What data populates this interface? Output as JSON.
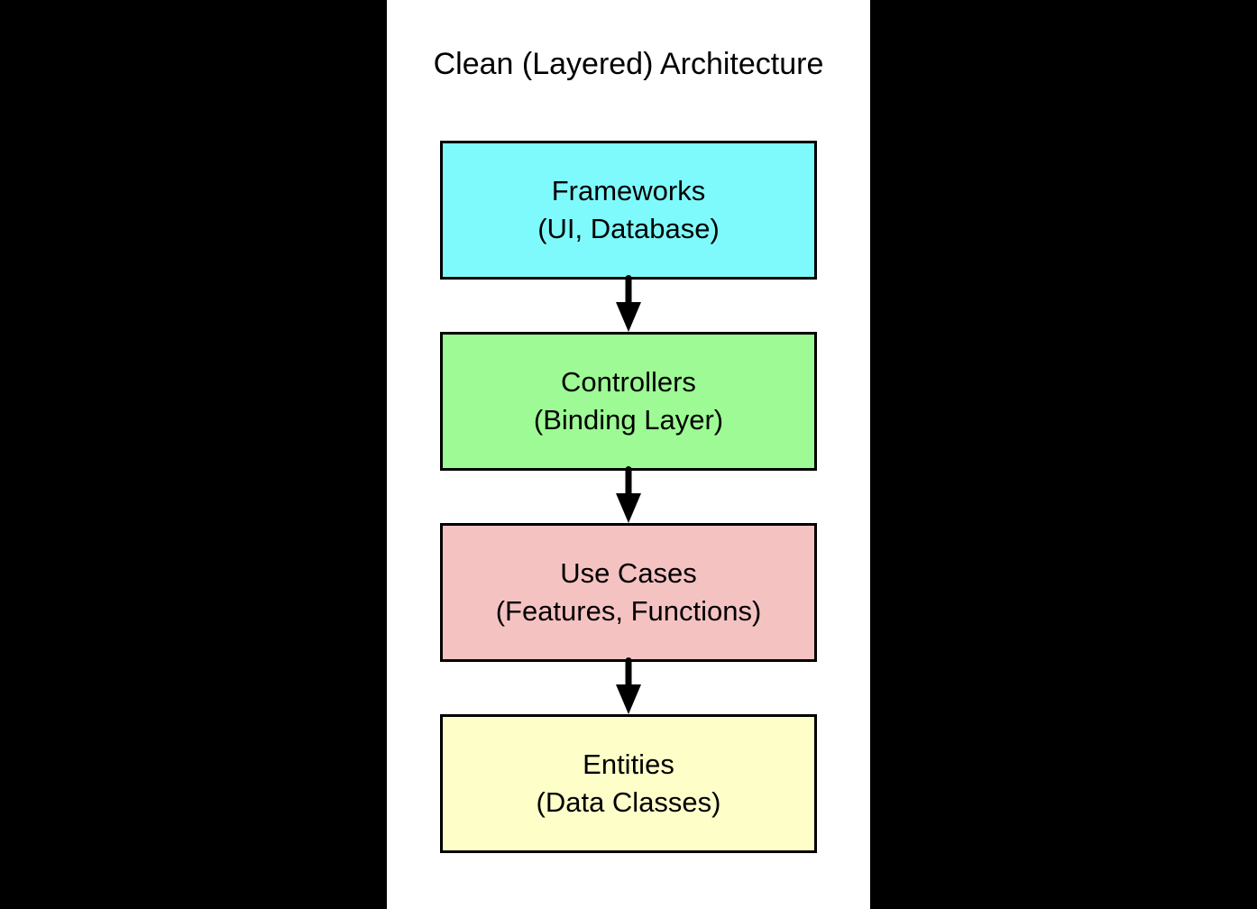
{
  "title": "Clean (Layered) Architecture",
  "layers": [
    {
      "name": "Frameworks",
      "detail": "(UI, Database)",
      "fill": "#7FFAFC"
    },
    {
      "name": "Controllers",
      "detail": "(Binding Layer)",
      "fill": "#9DFA94"
    },
    {
      "name": "Use Cases",
      "detail": "(Features, Functions)",
      "fill": "#F5C2C2"
    },
    {
      "name": "Entities",
      "detail": "(Data Classes)",
      "fill": "#FEFEC9"
    }
  ],
  "connectors": {
    "type": "down-arrow",
    "count": 3,
    "color": "#000000"
  },
  "colors": {
    "canvas_background": "#000000",
    "panel_background": "#FFFFFF",
    "box_border": "#000000",
    "text": "#000000"
  }
}
